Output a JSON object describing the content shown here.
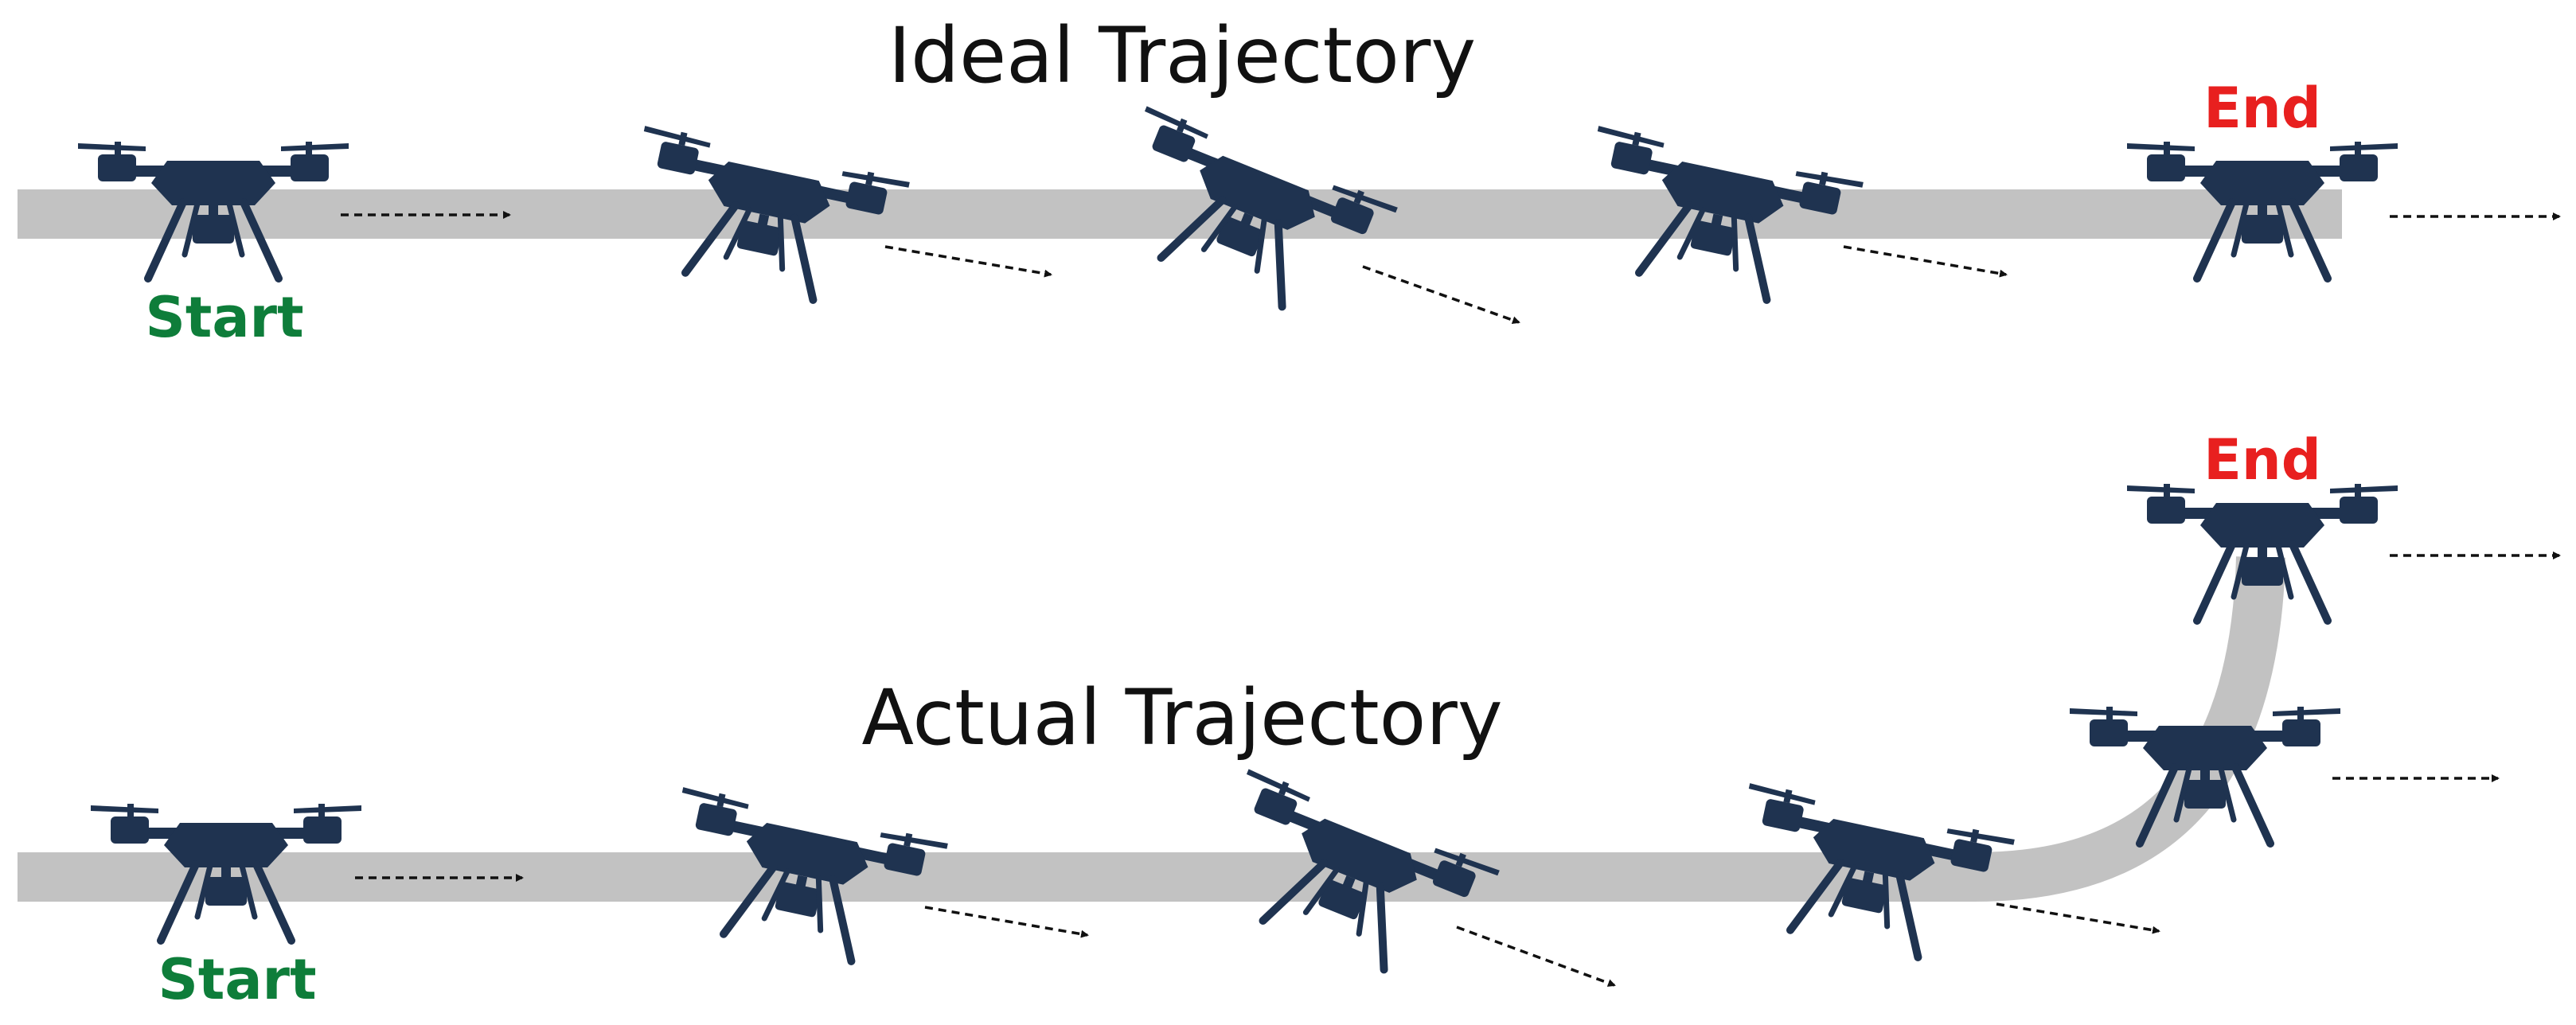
{
  "ideal": {
    "title": "Ideal Trajectory",
    "start_label": "Start",
    "end_label": "End"
  },
  "actual": {
    "title": "Actual Trajectory",
    "start_label": "Start",
    "end_label": "End"
  },
  "colors": {
    "path": "#c2c2c2",
    "drone": "#1f3350",
    "start": "#0e7d3a",
    "end": "#e8201f",
    "arrow": "#111111"
  },
  "icons": [
    "drone-icon",
    "dashed-arrow-icon"
  ]
}
